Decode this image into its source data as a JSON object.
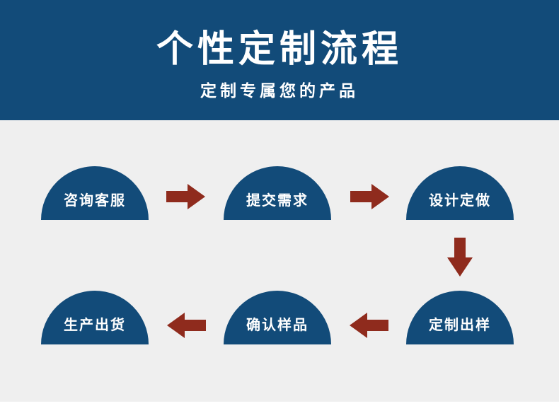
{
  "header": {
    "title": "个性定制流程",
    "subtitle": "定制专属您的产品"
  },
  "steps": [
    "咨询客服",
    "提交需求",
    "设计定做",
    "定制出样",
    "确认样品",
    "生产出货"
  ],
  "colors": {
    "header_bg": "#124b79",
    "step_bg": "#124b79",
    "arrow": "#8f2b1d",
    "panel_bg": "#efefef"
  }
}
